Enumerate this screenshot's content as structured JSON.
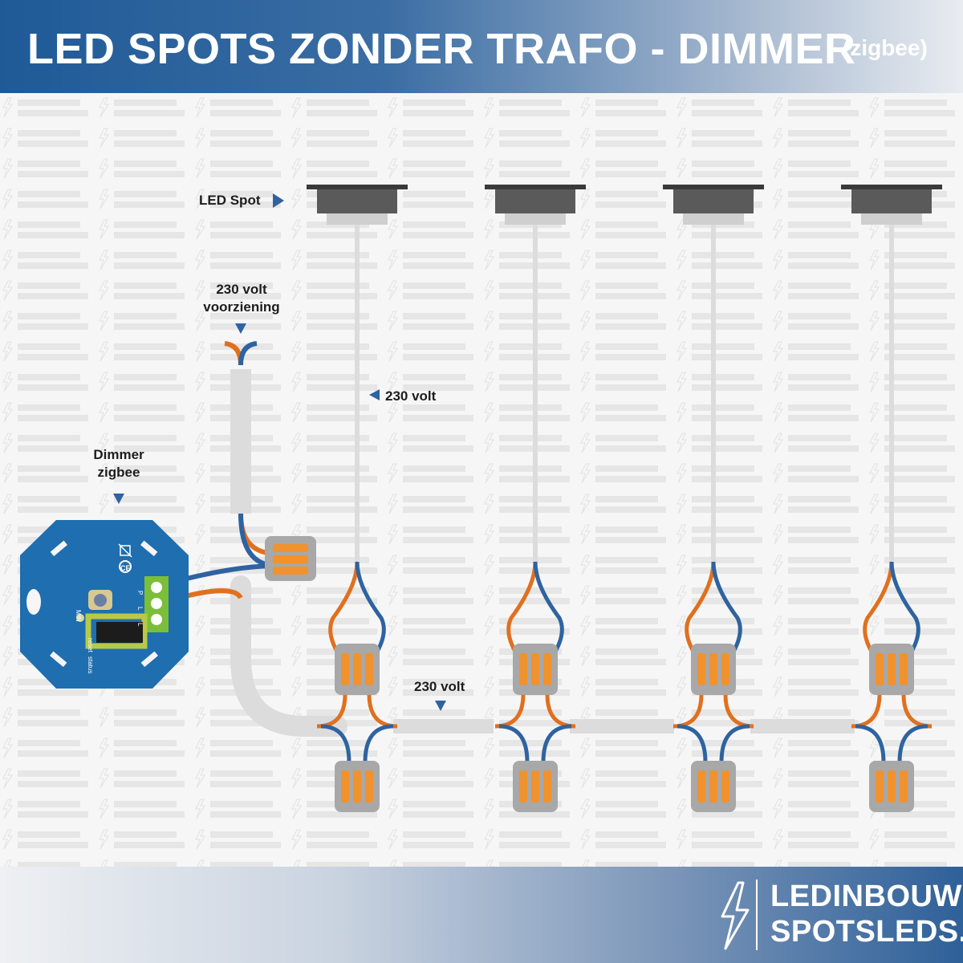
{
  "header": {
    "title": "LED SPOTS ZONDER TRAFO - DIMMER",
    "subtitle": "(zigbee)"
  },
  "labels": {
    "led_spot": "LED Spot",
    "supply_line1": "230 volt",
    "supply_line2": "voorziening",
    "volt_spot": "230 volt",
    "volt_bottom": "230 volt",
    "dimmer_line1": "Dimmer",
    "dimmer_line2": "zigbee"
  },
  "dimmer": {
    "markings": [
      "MIN",
      "reset",
      "status",
      "P",
      "L",
      "L"
    ]
  },
  "brand": {
    "line1": "LEDINBOUW",
    "line2": "SPOTSLEDS.NL",
    "watermark": "LEDINBOUW SPOTSLEDS.NL"
  },
  "colors": {
    "header_blue": "#1f5a97",
    "wire_brown": "#e0701f",
    "wire_blue": "#2f63a0",
    "cable_grey": "#dcdcdc",
    "connector_orange": "#f0922e",
    "spot_dark": "#5a5a5a",
    "dimmer_blue": "#1e6eb0"
  },
  "icons": [
    "lightning-icon",
    "ce-mark-icon",
    "recycle-bin-icon",
    "arrow-right-icon",
    "arrow-down-icon",
    "arrow-left-icon"
  ]
}
